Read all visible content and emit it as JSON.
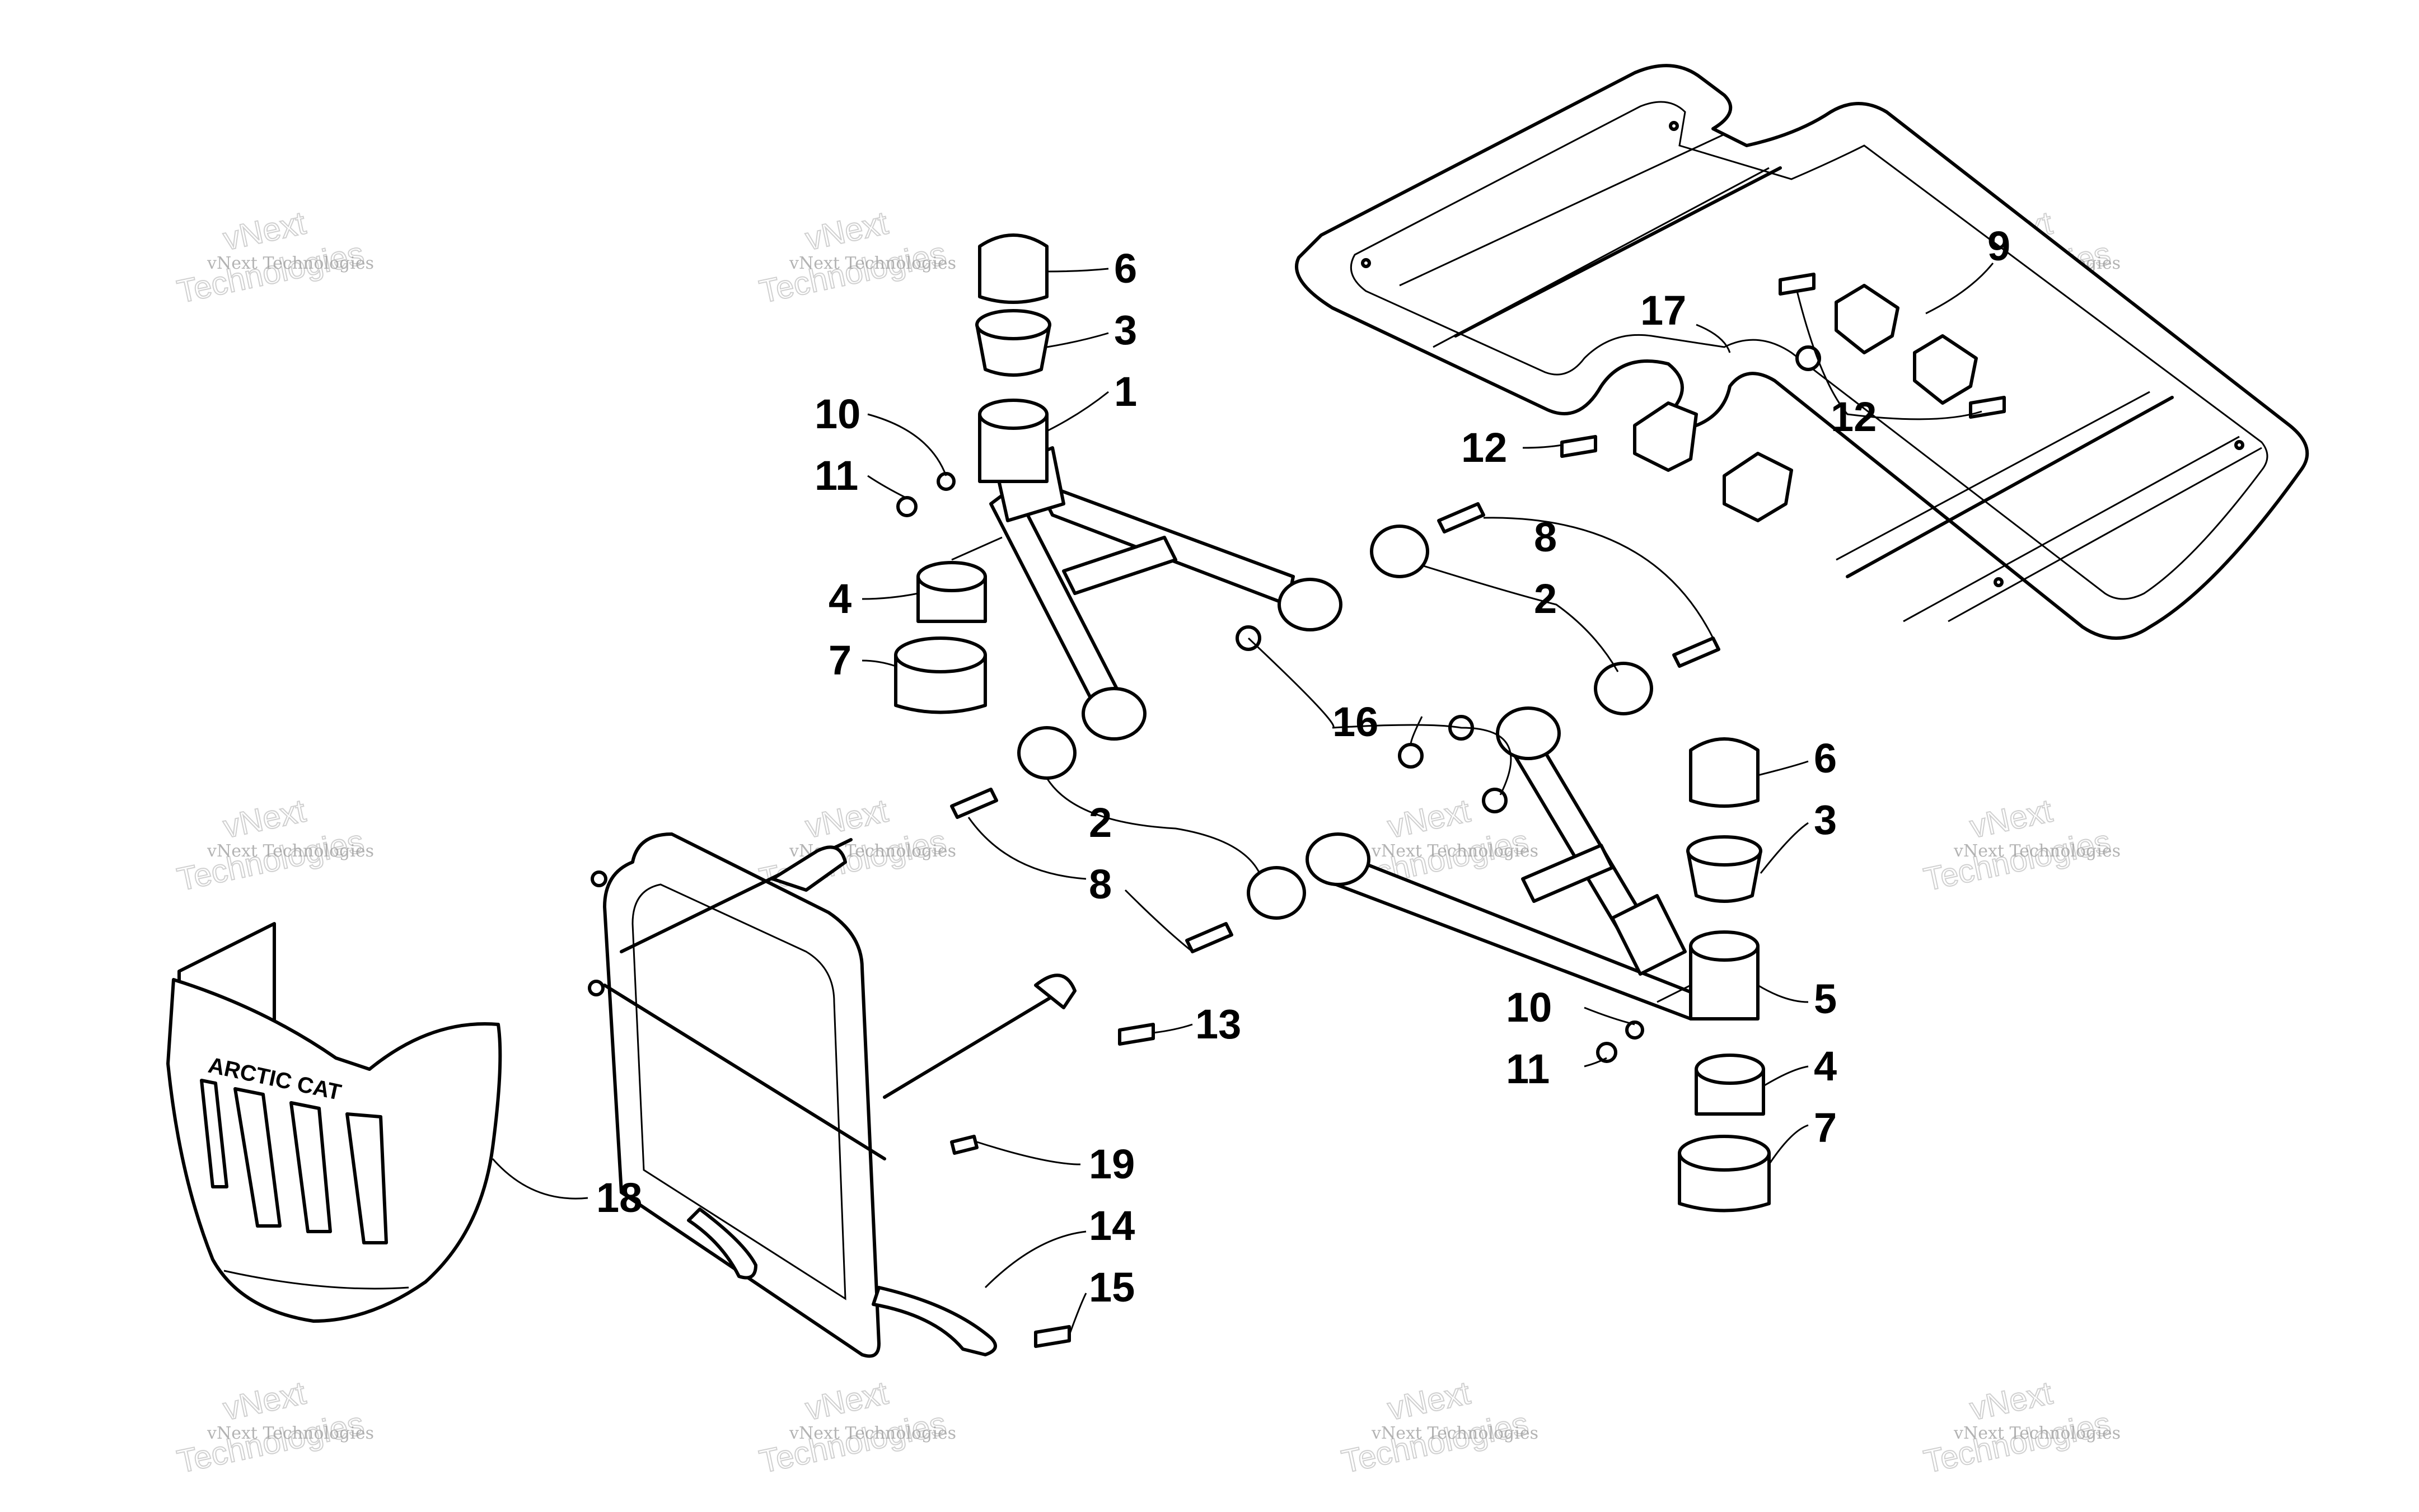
{
  "diagram": {
    "callouts": [
      {
        "id": "c6a",
        "label": "6"
      },
      {
        "id": "c3a",
        "label": "3"
      },
      {
        "id": "c1",
        "label": "1"
      },
      {
        "id": "c10a",
        "label": "10"
      },
      {
        "id": "c11a",
        "label": "11"
      },
      {
        "id": "c4a",
        "label": "4"
      },
      {
        "id": "c7a",
        "label": "7"
      },
      {
        "id": "c9",
        "label": "9"
      },
      {
        "id": "c17",
        "label": "17"
      },
      {
        "id": "c12a",
        "label": "12"
      },
      {
        "id": "c12b",
        "label": "12"
      },
      {
        "id": "c8a",
        "label": "8"
      },
      {
        "id": "c2a",
        "label": "2"
      },
      {
        "id": "c16",
        "label": "16"
      },
      {
        "id": "c2b",
        "label": "2"
      },
      {
        "id": "c8b",
        "label": "8"
      },
      {
        "id": "c6b",
        "label": "6"
      },
      {
        "id": "c3b",
        "label": "3"
      },
      {
        "id": "c5",
        "label": "5"
      },
      {
        "id": "c10b",
        "label": "10"
      },
      {
        "id": "c11b",
        "label": "11"
      },
      {
        "id": "c4b",
        "label": "4"
      },
      {
        "id": "c7b",
        "label": "7"
      },
      {
        "id": "c13",
        "label": "13"
      },
      {
        "id": "c19",
        "label": "19"
      },
      {
        "id": "c14",
        "label": "14"
      },
      {
        "id": "c15",
        "label": "15"
      },
      {
        "id": "c18",
        "label": "18"
      }
    ],
    "bumper_logo": "ARCTIC CAT",
    "watermark": {
      "line_small": "vNext Technologies",
      "line_big_1": "vNext",
      "line_big_2": "Technologies"
    }
  }
}
